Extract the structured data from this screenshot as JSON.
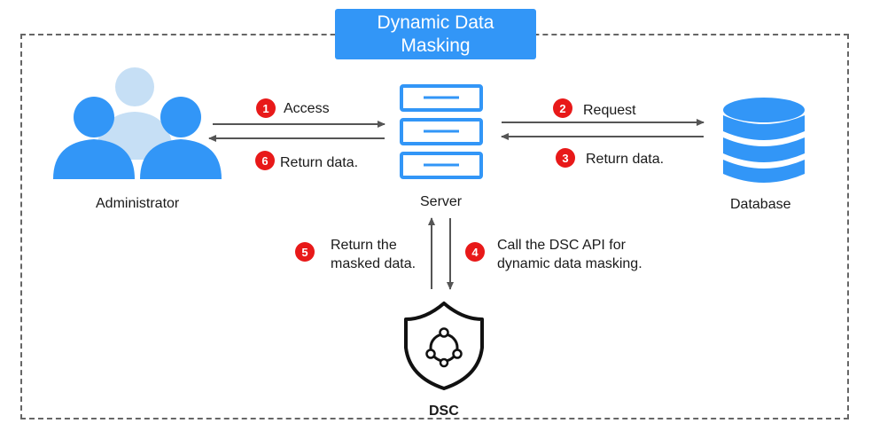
{
  "title": "Dynamic Data Masking",
  "nodes": {
    "administrator": "Administrator",
    "server": "Server",
    "database": "Database",
    "dsc": "DSC"
  },
  "steps": [
    {
      "number": "1",
      "label": "Access"
    },
    {
      "number": "2",
      "label": "Request"
    },
    {
      "number": "3",
      "label": "Return data."
    },
    {
      "number": "4",
      "label_line1": "Call the DSC API for",
      "label_line2": "dynamic data masking."
    },
    {
      "number": "5",
      "label_line1": "Return the",
      "label_line2": "masked data."
    },
    {
      "number": "6",
      "label": "Return data."
    }
  ],
  "colors": {
    "accent": "#3296f7",
    "user_front": "#3296f7",
    "user_back": "#c6dff5",
    "badge": "#e81919",
    "arrow": "#555555"
  }
}
